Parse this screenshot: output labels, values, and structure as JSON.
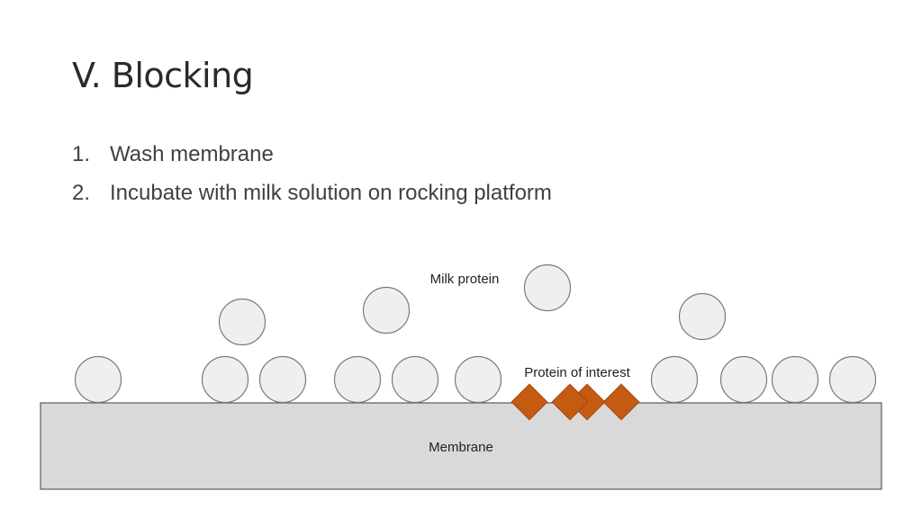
{
  "slide": {
    "title": "V. Blocking",
    "steps": [
      {
        "number": "1.",
        "text": "Wash membrane"
      },
      {
        "number": "2.",
        "text": "Incubate with milk solution on rocking platform"
      }
    ]
  },
  "diagram": {
    "labels": {
      "milk_protein": "Milk protein",
      "protein_of_interest": "Protein of interest",
      "membrane": "Membrane"
    },
    "colors": {
      "membrane_fill": "#d9d9d9",
      "membrane_stroke": "#5a5a5a",
      "milk_fill": "#efefef",
      "milk_stroke": "#7a7a7a",
      "target_fill": "#c55a11",
      "target_stroke": "#9e4a0f"
    }
  }
}
